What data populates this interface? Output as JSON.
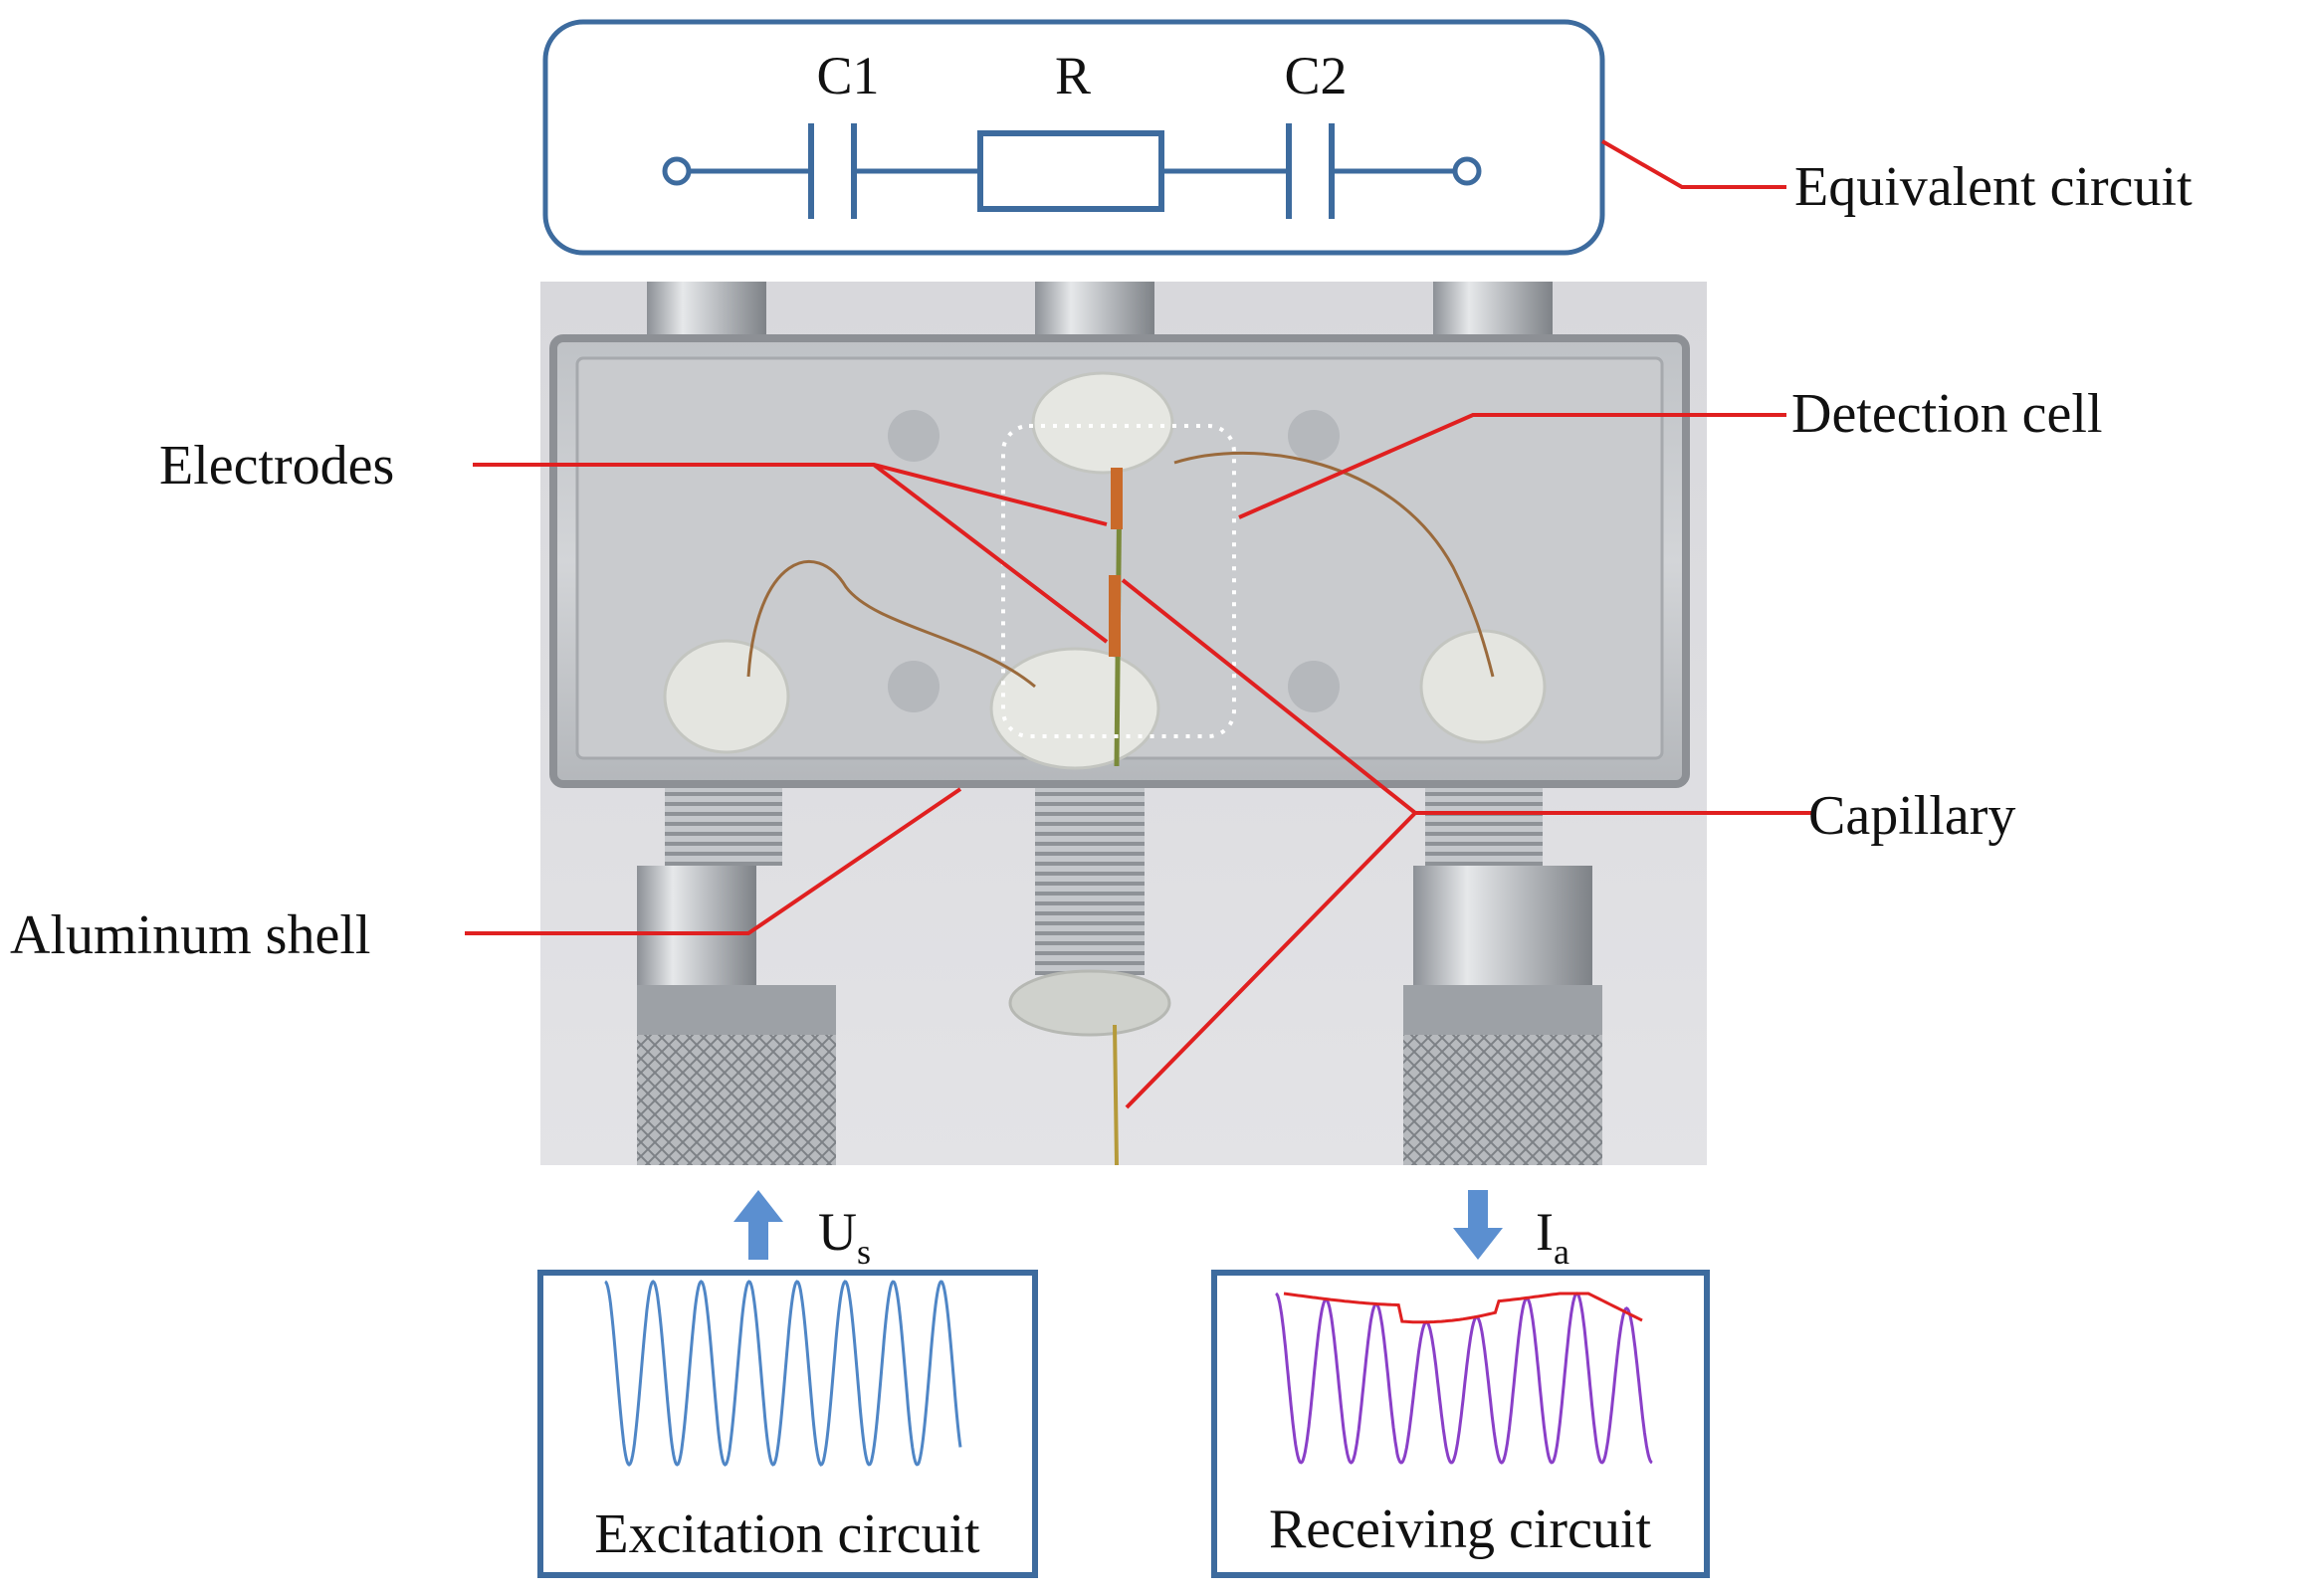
{
  "equivalent_circuit": {
    "components": {
      "c1": "C1",
      "r": "R",
      "c2": "C2"
    },
    "label": "Equivalent circuit"
  },
  "callouts": {
    "detection_cell": "Detection cell",
    "electrodes": "Electrodes",
    "capillary": "Capillary",
    "aluminum_shell": "Aluminum shell"
  },
  "signals": {
    "excitation": {
      "symbol_main": "U",
      "symbol_sub": "s",
      "arrow": "up"
    },
    "receiving": {
      "symbol_main": "I",
      "symbol_sub": "a",
      "arrow": "down"
    }
  },
  "panels": {
    "excitation": "Excitation circuit",
    "receiving": "Receiving circuit"
  },
  "colors": {
    "frame_blue": "#3d6b9e",
    "callout_red": "#e02020",
    "arrow_blue": "#5b8fd0",
    "excitation_wave": "#4f86c6",
    "receiving_wave": "#8a3fc8",
    "envelope": "#e02020"
  }
}
